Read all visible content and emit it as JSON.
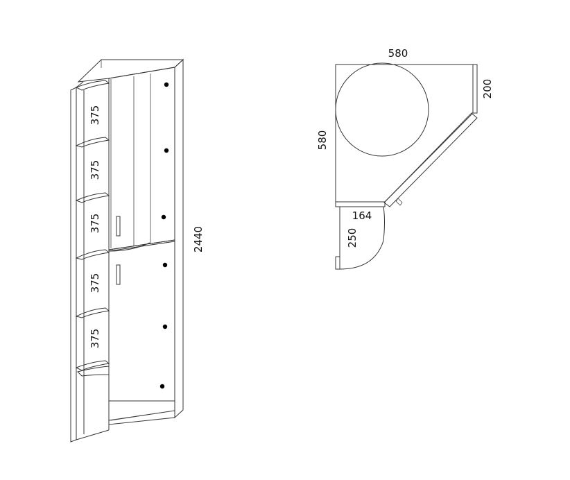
{
  "front_view": {
    "shelf_heights": [
      "375",
      "375",
      "375",
      "375",
      "375"
    ],
    "total_height": "2440"
  },
  "plan_view": {
    "width": "580",
    "depth": "580",
    "side_depth": "200",
    "shelf_width": "164",
    "shelf_depth": "250"
  }
}
